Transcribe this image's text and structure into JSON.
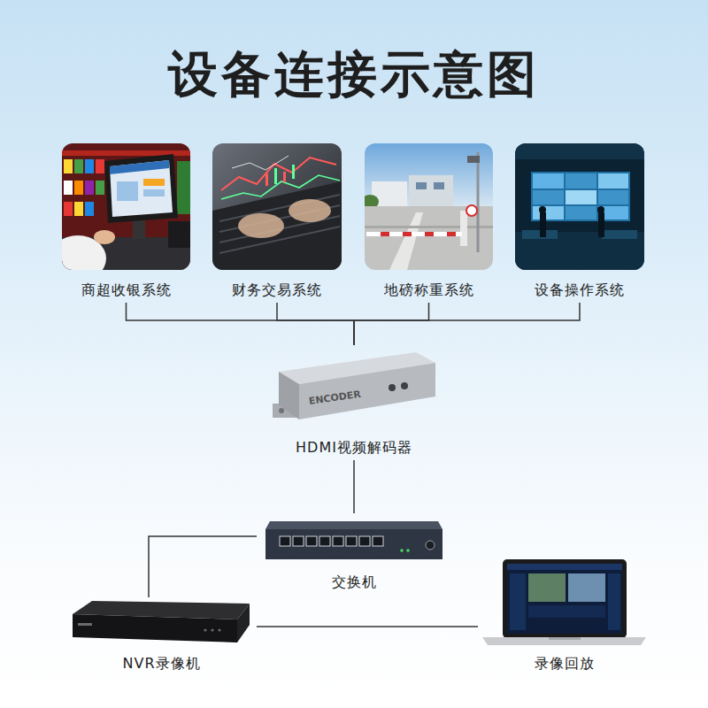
{
  "diagram": {
    "title": "设备连接示意图",
    "nodes": [
      {
        "text": [
          "商超收银系统"
        ]
      },
      {
        "text": [
          "财务交易系统"
        ]
      },
      {
        "text": [
          "地磅称重系统"
        ]
      },
      {
        "text": [
          "设备操作系统"
        ]
      },
      {
        "text": [
          "HDMI视频解码器"
        ]
      },
      {
        "text": [
          "交换机"
        ]
      },
      {
        "text": [
          "NVR录像机"
        ]
      },
      {
        "text": [
          "录像回放"
        ]
      }
    ],
    "edges": [
      {
        "from": 0,
        "to": 4,
        "arrow": "none"
      },
      {
        "from": 1,
        "to": 4,
        "arrow": "none"
      },
      {
        "from": 2,
        "to": 4,
        "arrow": "none"
      },
      {
        "from": 3,
        "to": 4,
        "arrow": "none"
      },
      {
        "from": 4,
        "to": 5,
        "arrow": "none"
      },
      {
        "from": 5,
        "to": 6,
        "arrow": "none"
      },
      {
        "from": 6,
        "to": 7,
        "arrow": "none"
      }
    ],
    "labels": [
      "ENCODER"
    ]
  }
}
